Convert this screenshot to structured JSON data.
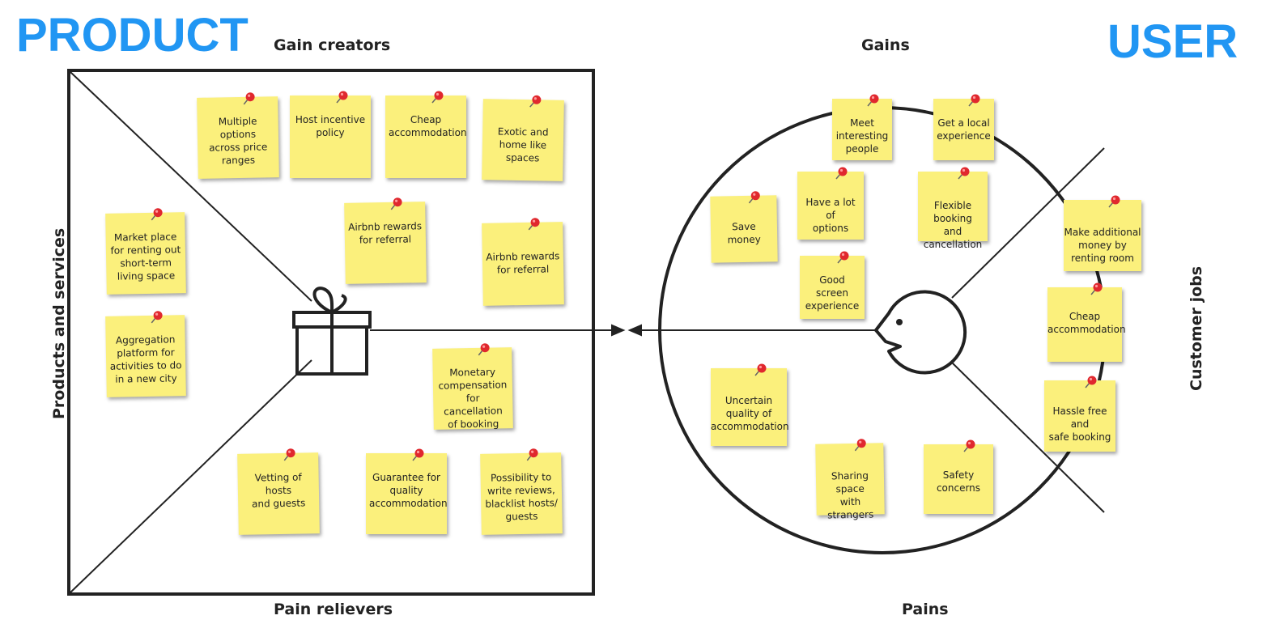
{
  "headings": {
    "product": "PRODUCT",
    "user": "USER"
  },
  "labels": {
    "gain_creators": "Gain creators",
    "gains": "Gains",
    "pain_relievers": "Pain relievers",
    "pains": "Pains",
    "products_services": "Products and services",
    "customer_jobs": "Customer jobs"
  },
  "colors": {
    "heading": "#2196f3",
    "note": "#fbf07c",
    "pin": "#e0282e"
  },
  "notes": {
    "gc1": "Multiple options\nacross price\nranges",
    "gc2": "Host incentive\npolicy",
    "gc3": "Cheap\naccommodation",
    "gc4": "Exotic and\nhome like\nspaces",
    "gc5": "Airbnb rewards\nfor referral",
    "gc6": "Airbnb rewards\nfor referral",
    "ps1": "Market place\nfor renting out\nshort-term\nliving space",
    "ps2": "Aggregation\nplatform for\nactivities to do\nin a new city",
    "pr1": "Monetary\ncompensation\nfor cancellation\nof booking",
    "pr2": "Vetting of hosts\nand guests",
    "pr3": "Guarantee for\nquality\naccommodation",
    "pr4": "Possibility to\nwrite reviews,\nblacklist hosts/\nguests",
    "g1": "Meet\ninteresting\npeople",
    "g2": "Get a local\nexperience",
    "g3": "Save money",
    "g4": "Have a lot of\noptions",
    "g5": "Flexible booking\nand cancellation",
    "g6": "Good screen\nexperience",
    "cj1": "Make additional\nmoney by\nrenting room",
    "cj2": "Cheap\naccommodation",
    "cj3": "Hassle free and\nsafe booking",
    "p1": "Uncertain\nquality of\naccommodation",
    "p2": "Sharing space\nwith strangers",
    "p3": "Safety concerns"
  }
}
